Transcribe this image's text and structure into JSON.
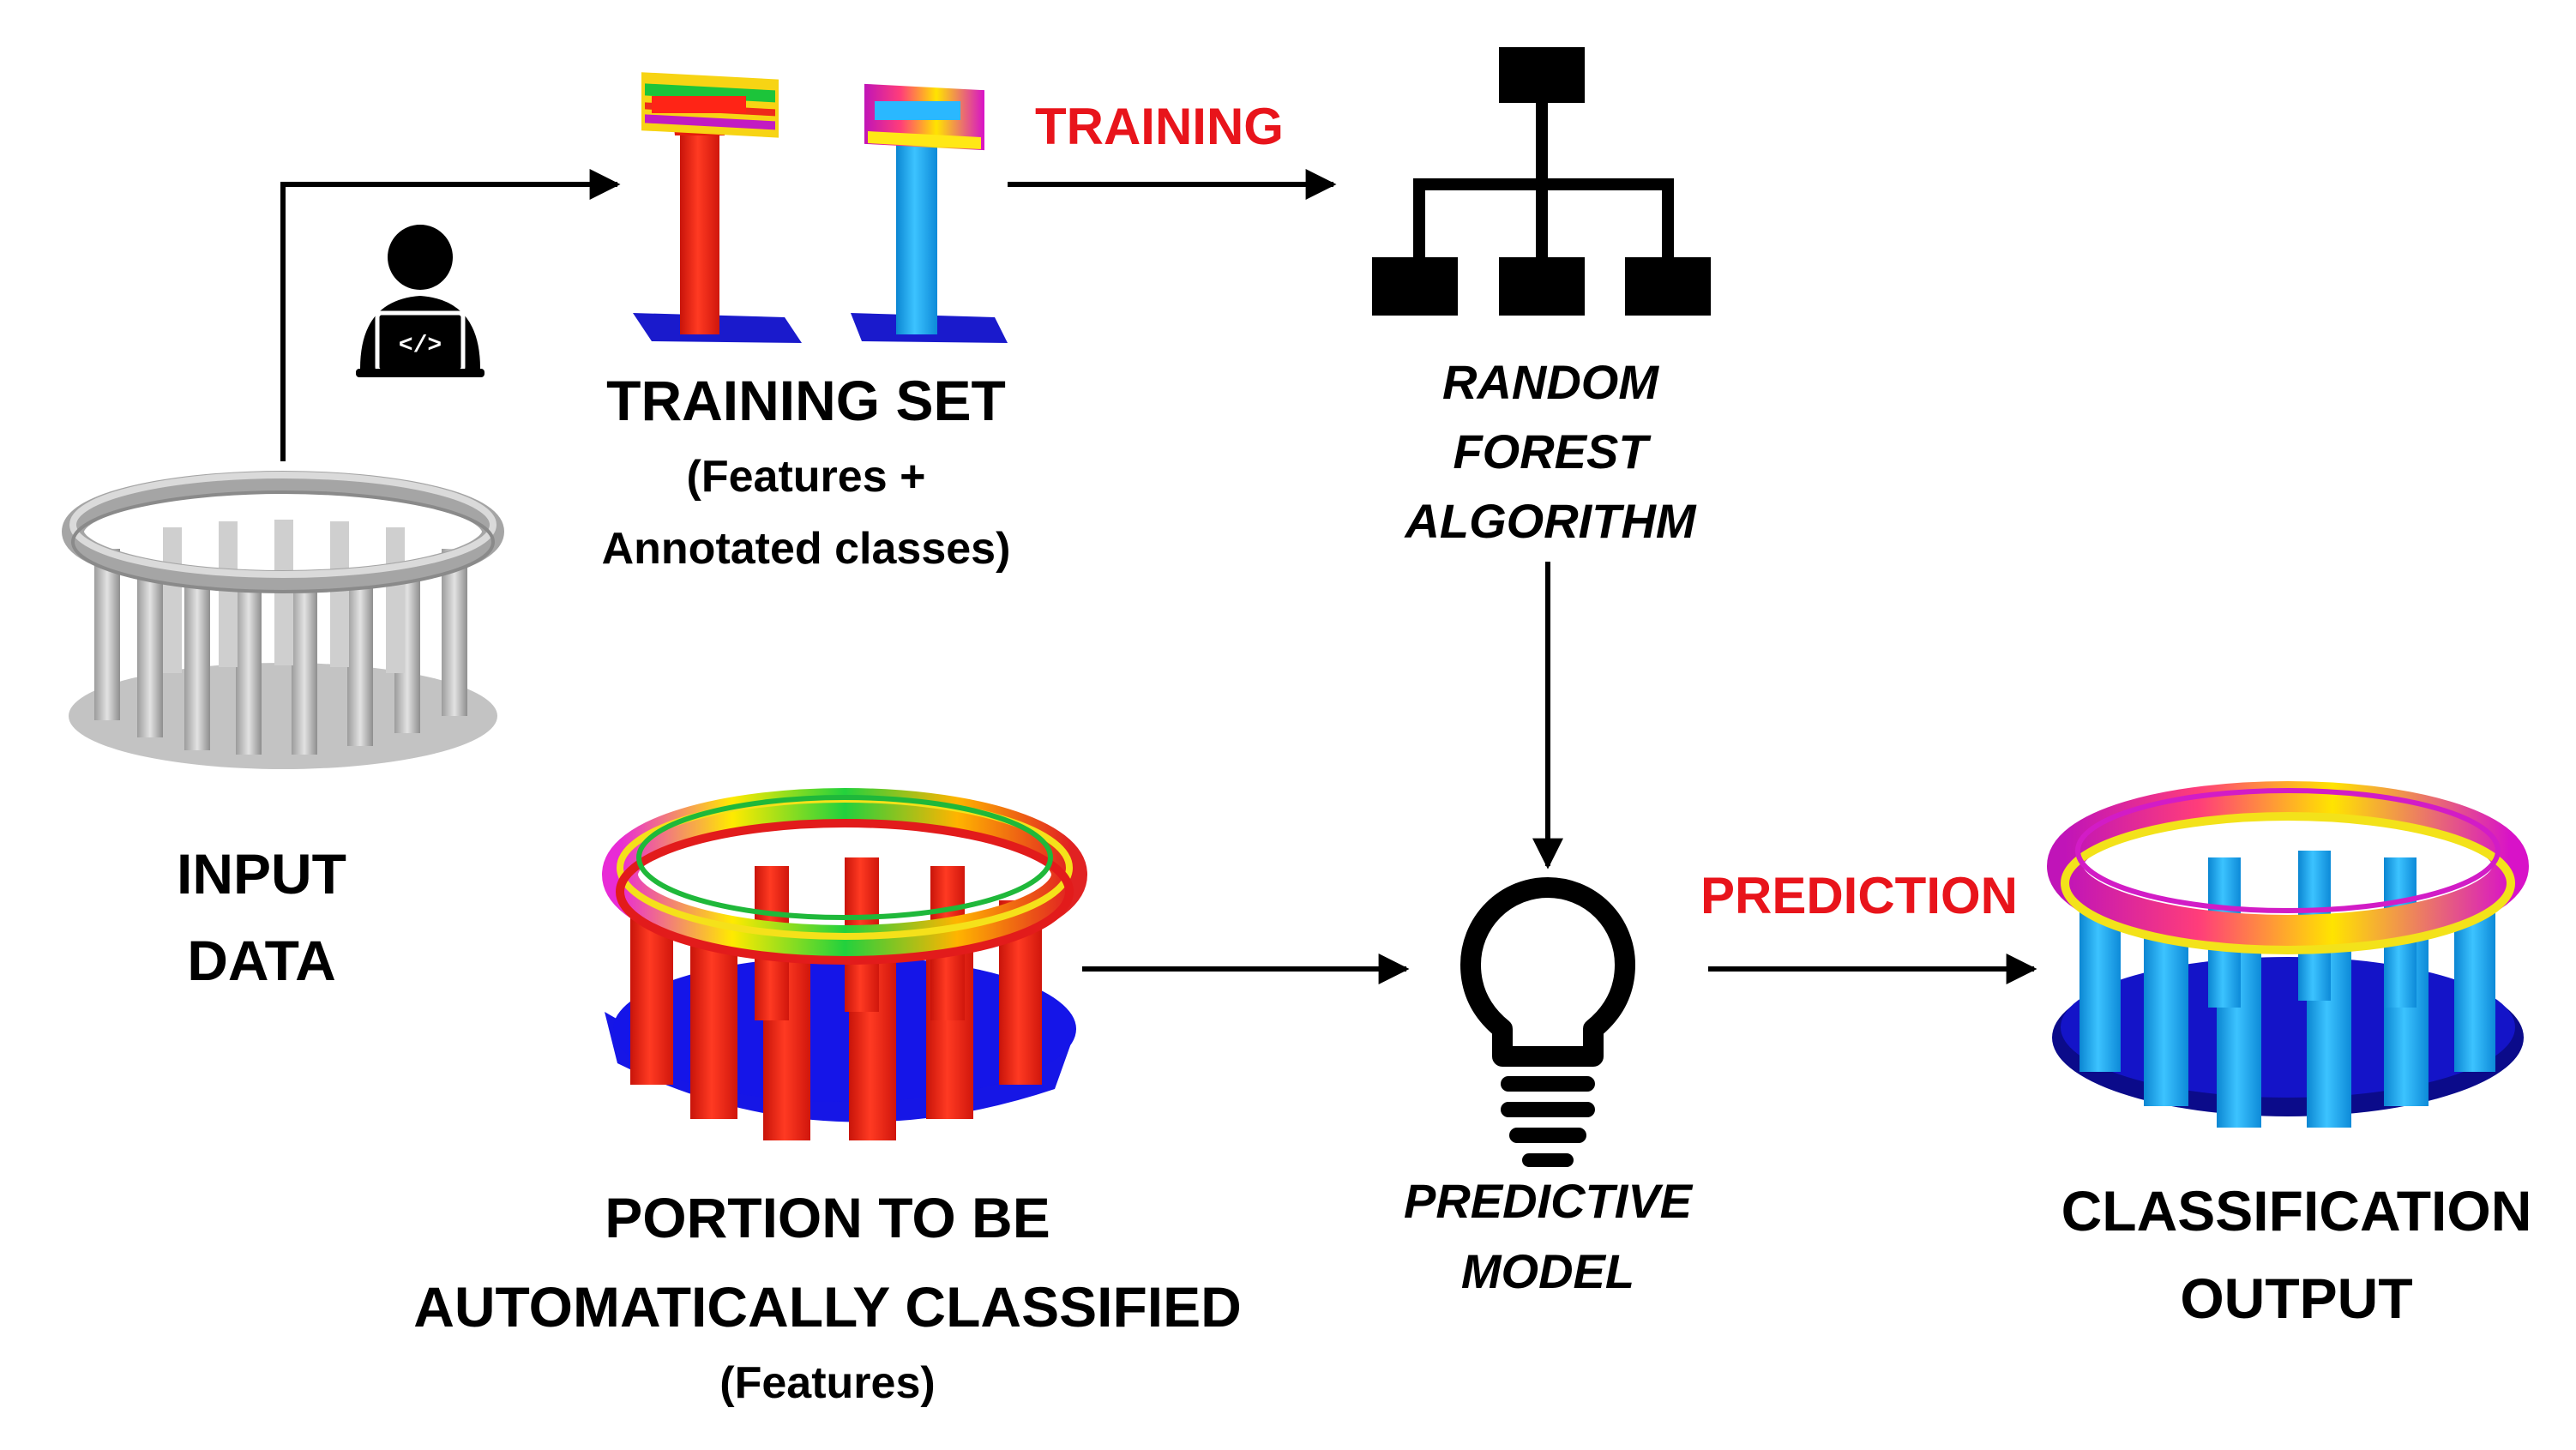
{
  "input": {
    "title_line1": "INPUT",
    "title_line2": "DATA"
  },
  "training_set": {
    "title": "TRAINING SET",
    "sub_line1": "(Features +",
    "sub_line2": "Annotated classes)"
  },
  "training_arrow_label": "TRAINING",
  "random_forest": {
    "line1": "RANDOM",
    "line2": "FOREST",
    "line3": "ALGORITHM"
  },
  "portion": {
    "line1": "PORTION TO BE",
    "line2": "AUTOMATICALLY CLASSIFIED",
    "sub": "(Features)"
  },
  "predictive_model": {
    "line1": "PREDICTIVE",
    "line2": "MODEL"
  },
  "prediction_arrow_label": "PREDICTION",
  "output": {
    "line1": "CLASSIFICATION",
    "line2": "OUTPUT"
  },
  "icons": {
    "user": "developer-laptop-icon",
    "tree": "hierarchy-tree-icon",
    "bulb": "lightbulb-icon"
  },
  "colors": {
    "label_red": "#e8141b",
    "column_red": "#f21d0e",
    "column_cyan": "#16a8f4",
    "base_blue": "#1010e0",
    "base_navy": "#0a0a8c"
  }
}
